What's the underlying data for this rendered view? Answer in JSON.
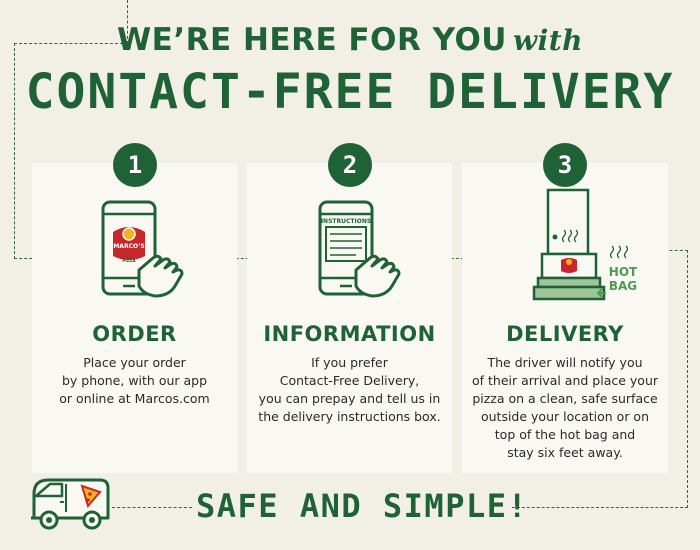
{
  "headline": {
    "line1": "WE’RE HERE FOR YOU",
    "line1_script": "with",
    "line2": "CONTACT-FREE DELIVERY"
  },
  "steps": [
    {
      "number": "1",
      "title": "ORDER",
      "body": [
        "Place your order",
        "by phone, with our app",
        "or online at Marcos.com"
      ],
      "icon": "phone-hand-icon",
      "screen_logo": [
        "MARCO’S",
        "PIZZA"
      ]
    },
    {
      "number": "2",
      "title": "INFORMATION",
      "body": [
        "If you prefer",
        "Contact-Free Delivery,",
        "you can prepay and tell us in",
        "the delivery instructions box."
      ],
      "icon": "phone-instructions-icon",
      "screen_label": "INSTRUCTIONS"
    },
    {
      "number": "3",
      "title": "DELIVERY",
      "body": [
        "The driver will notify you",
        "of their arrival and place your",
        "pizza on a clean, safe surface",
        "outside your location or on",
        "top of the hot bag and",
        "stay six feet away."
      ],
      "icon": "door-pizza-icon",
      "hot_bag_label": [
        "HOT",
        "BAG"
      ]
    }
  ],
  "footer": {
    "tagline": "SAFE AND SIMPLE!",
    "van_icon": "delivery-van-icon"
  },
  "colors": {
    "brand_green": "#1f6236",
    "background": "#f1efe6",
    "card": "#f9f8f2",
    "accent_red": "#c8262d"
  }
}
